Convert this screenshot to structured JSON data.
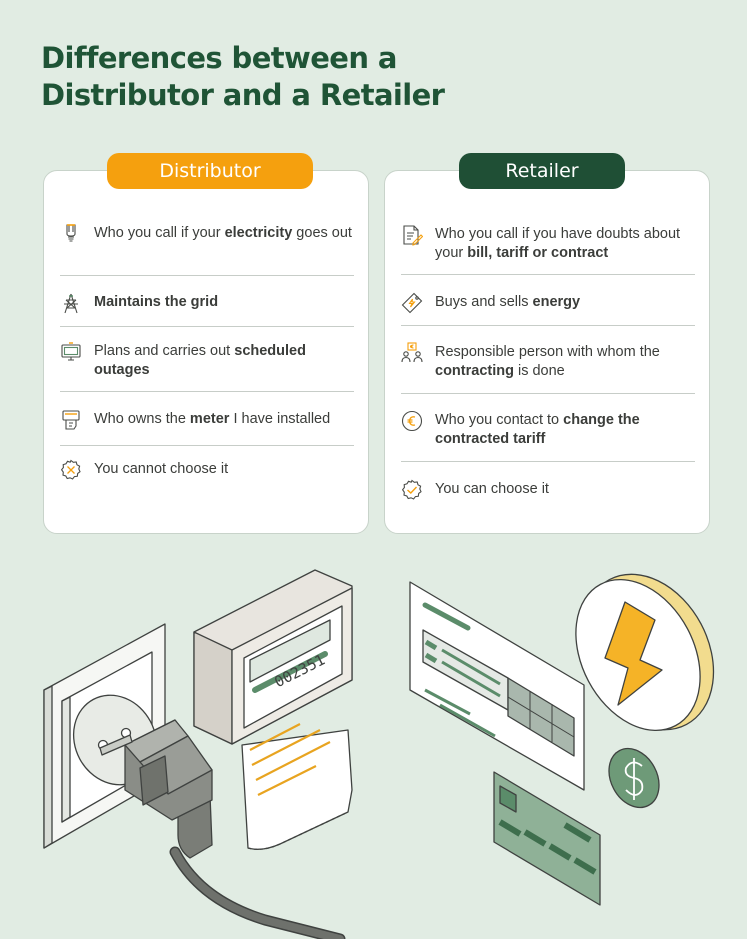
{
  "title": "Differences between a Distributor and a Retailer",
  "distributor": {
    "header": "Distributor",
    "items": [
      {
        "icon": "lightbulb-icon",
        "pre": "Who you call if your ",
        "bold": "electricity",
        "post": " goes out"
      },
      {
        "icon": "power-tower-icon",
        "pre": "",
        "bold": "Maintains the grid",
        "post": ""
      },
      {
        "icon": "monitor-icon",
        "pre": "Plans and carries out ",
        "bold": "scheduled outages",
        "post": ""
      },
      {
        "icon": "meter-icon",
        "pre": "Who owns the ",
        "bold": "meter",
        "post": " I have installed"
      },
      {
        "icon": "cross-badge-icon",
        "pre": "You cannot choose it",
        "bold": "",
        "post": ""
      }
    ]
  },
  "retailer": {
    "header": "Retailer",
    "items": [
      {
        "icon": "document-pen-icon",
        "pre": "Who you call if you have doubts about your ",
        "bold": "bill, tariff or contract",
        "post": ""
      },
      {
        "icon": "energy-tag-icon",
        "pre": "Buys and sells ",
        "bold": "energy",
        "post": ""
      },
      {
        "icon": "people-euro-icon",
        "pre": "Responsible person with whom the ",
        "bold": "contracting",
        "post": " is done"
      },
      {
        "icon": "euro-coin-icon",
        "pre": "Who you contact to ",
        "bold": "change the contracted tariff",
        "post": ""
      },
      {
        "icon": "check-badge-icon",
        "pre": "You can choose it",
        "bold": "",
        "post": ""
      }
    ]
  },
  "meter_display": "002351",
  "colors": {
    "background": "#e1ece3",
    "title": "#1f5436",
    "distributor_header": "#f5a00e",
    "retailer_header": "#1f4f35",
    "accent_yellow": "#f5b327",
    "accent_green": "#5b8c6a"
  }
}
